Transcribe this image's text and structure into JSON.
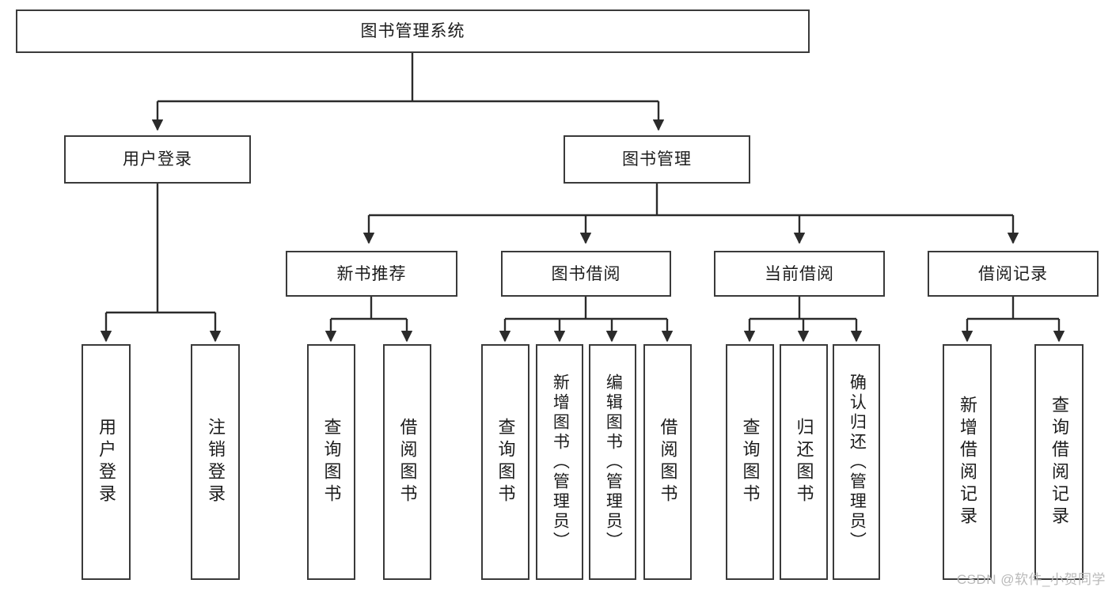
{
  "diagram": {
    "type": "tree",
    "title": "图书管理系统",
    "orientation": "top-down",
    "watermark": "CSDN @软件_小贺同学",
    "colors": {
      "box_border": "#3a3a3a",
      "box_fill": "#ffffff",
      "connector": "#2b2b2b",
      "text": "#1c1c1c",
      "watermark": "#b9b9b9",
      "background": "#ffffff"
    },
    "nodes": {
      "root": {
        "label": "图书管理系统"
      },
      "level1": [
        {
          "id": "user-login",
          "label": "用户登录"
        },
        {
          "id": "book-manage",
          "label": "图书管理"
        }
      ],
      "level2": [
        {
          "id": "new-book-rec",
          "label": "新书推荐",
          "parent": "book-manage"
        },
        {
          "id": "book-borrow",
          "label": "图书借阅",
          "parent": "book-manage"
        },
        {
          "id": "current-borrow",
          "label": "当前借阅",
          "parent": "book-manage"
        },
        {
          "id": "borrow-record",
          "label": "借阅记录",
          "parent": "book-manage"
        }
      ],
      "leaves": [
        {
          "id": "leaf-user-login",
          "label": "用户登录",
          "parent": "user-login"
        },
        {
          "id": "leaf-user-logout",
          "label": "注销登录",
          "parent": "user-login"
        },
        {
          "id": "leaf-query-book-1",
          "label": "查询图书",
          "parent": "new-book-rec"
        },
        {
          "id": "leaf-borrow-book-1",
          "label": "借阅图书",
          "parent": "new-book-rec"
        },
        {
          "id": "leaf-query-book-2",
          "label": "查询图书",
          "parent": "book-borrow"
        },
        {
          "id": "leaf-add-book",
          "label": "新增图书（管理员）",
          "parent": "book-borrow"
        },
        {
          "id": "leaf-edit-book",
          "label": "编辑图书（管理员）",
          "parent": "book-borrow"
        },
        {
          "id": "leaf-borrow-book-2",
          "label": "借阅图书",
          "parent": "book-borrow"
        },
        {
          "id": "leaf-query-book-3",
          "label": "查询图书",
          "parent": "current-borrow"
        },
        {
          "id": "leaf-return-book",
          "label": "归还图书",
          "parent": "current-borrow"
        },
        {
          "id": "leaf-confirm-return",
          "label": "确认归还（管理员）",
          "parent": "current-borrow"
        },
        {
          "id": "leaf-add-record",
          "label": "新增借阅记录",
          "parent": "borrow-record"
        },
        {
          "id": "leaf-query-record",
          "label": "查询借阅记录",
          "parent": "borrow-record"
        }
      ]
    }
  }
}
